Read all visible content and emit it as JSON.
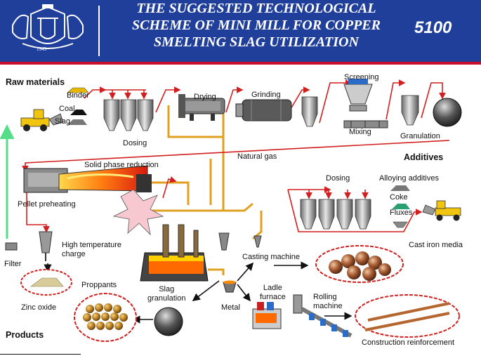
{
  "header": {
    "title_lines": [
      "THE SUGGESTED TECHNOLOGICAL",
      "SCHEME OF MINI MILL FOR COPPER",
      "SMELTING SLAG UTILIZATION"
    ],
    "logo_year": "1943",
    "badge": "5100"
  },
  "labels": {
    "raw_materials": "Raw materials",
    "binder": "Binder",
    "coal": "Coal",
    "slag": "Slag",
    "dosing_top": "Dosing",
    "drying": "Drying",
    "grinding": "Grinding",
    "screening": "Screening",
    "mixing": "Mixing",
    "granulation": "Granulation",
    "natural_gas": "Natural gas",
    "additives": "Additives",
    "solid_phase_reduction": "Solid phase reduction",
    "pellet_preheating": "Pellet preheating",
    "dosing_right": "Dosing",
    "alloying_additives": "Alloying additives",
    "coke": "Coke",
    "fluxes": "Fluxes",
    "high_temperature_charge": "High temperature\ncharge",
    "filter": "Filter",
    "zinc_oxide": "Zinc oxide",
    "proppants": "Proppants",
    "slag_granulation": "Slag\ngranulation",
    "casting_machine": "Casting machine",
    "cast_iron_media": "Cast iron media",
    "ladle_furnace": "Ladle\nfurnace",
    "metal": "Metal",
    "rolling_machine": "Rolling\nmachine",
    "construction_reinforcement": "Construction reinforcement",
    "products": "Products"
  },
  "colors": {
    "header_blue": "#1f3f9a",
    "flow_red": "#d21f1f",
    "gas_orange": "#e0a020",
    "filter_green": "#66dd88"
  },
  "icons": [
    "university-logo-icon",
    "loader-truck-icon",
    "hopper-icon",
    "rotary-kiln-icon",
    "ball-mill-icon",
    "screen-icon",
    "pelletizer-icon",
    "furnace-icon",
    "ladle-icon",
    "filter-icon",
    "sphere-icon"
  ]
}
